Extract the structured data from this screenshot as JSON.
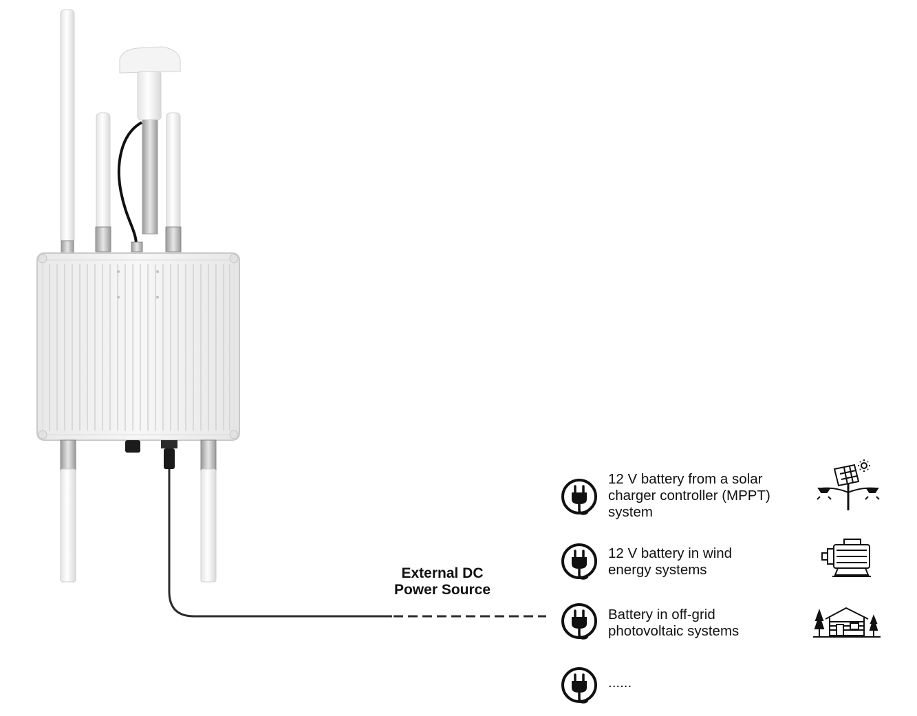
{
  "diagram": {
    "source_label": [
      "External DC",
      "Power Source"
    ],
    "power_sources": [
      {
        "lines": [
          "12 V battery from a solar",
          "charger controller (MPPT)",
          "system"
        ],
        "icon": "solar-panel-streetlight-icon"
      },
      {
        "lines": [
          "12 V battery in wind",
          "energy systems"
        ],
        "icon": "motor-generator-icon"
      },
      {
        "lines": [
          "Battery in off-grid",
          "photovoltaic systems"
        ],
        "icon": "cabin-in-forest-icon"
      },
      {
        "lines": [
          "......"
        ],
        "icon": ""
      }
    ],
    "colors": {
      "device_body": "#f2f2f2",
      "device_outline": "#c9c9c9",
      "cable": "#2b2b2b",
      "text": "#111111"
    }
  }
}
